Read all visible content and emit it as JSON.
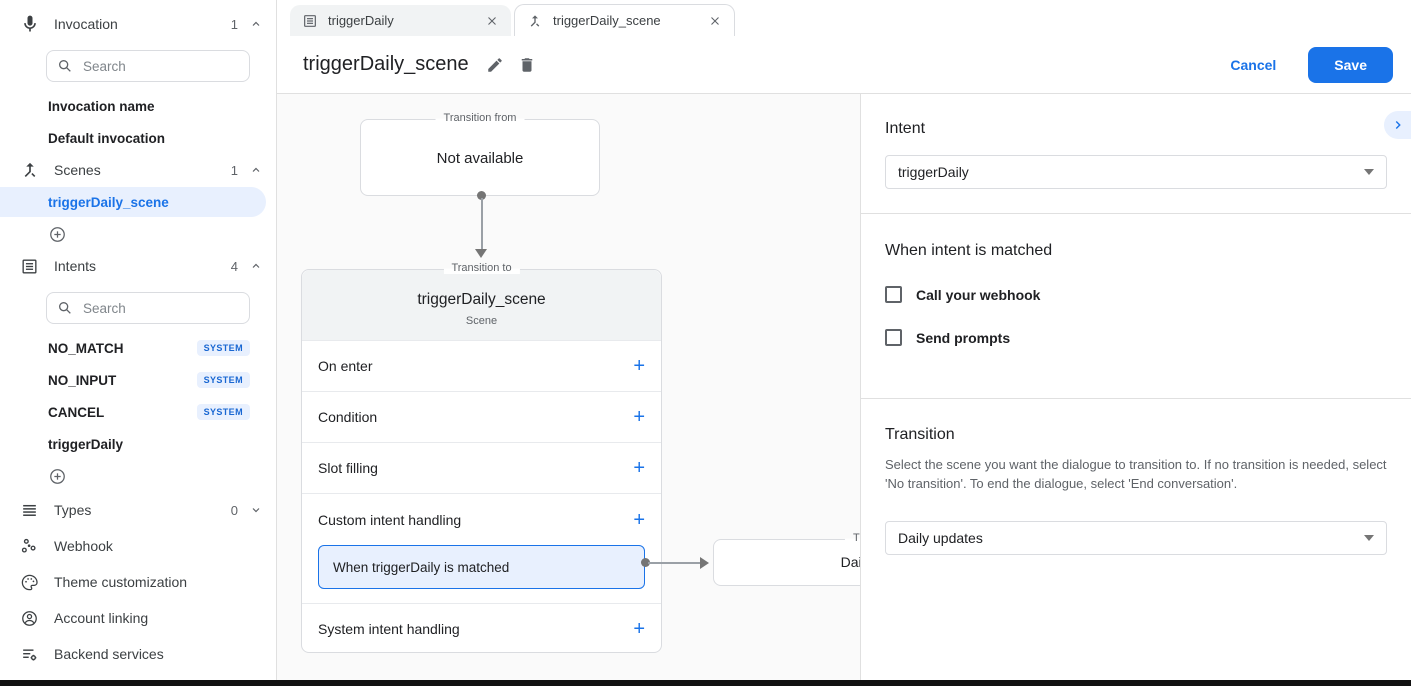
{
  "sidebar": {
    "search_placeholder": "Search",
    "sections": {
      "invocation": {
        "label": "Invocation",
        "count": "1"
      },
      "scenes": {
        "label": "Scenes",
        "count": "1"
      },
      "intents": {
        "label": "Intents",
        "count": "4"
      },
      "types": {
        "label": "Types",
        "count": "0"
      }
    },
    "invocation_items": [
      {
        "label": "Invocation name"
      },
      {
        "label": "Default invocation"
      }
    ],
    "scene_items": [
      {
        "label": "triggerDaily_scene",
        "selected": true
      }
    ],
    "intent_items": [
      {
        "label": "NO_MATCH",
        "badge": "SYSTEM"
      },
      {
        "label": "NO_INPUT",
        "badge": "SYSTEM"
      },
      {
        "label": "CANCEL",
        "badge": "SYSTEM"
      },
      {
        "label": "triggerDaily"
      }
    ],
    "nav_items": [
      {
        "label": "Webhook"
      },
      {
        "label": "Theme customization"
      },
      {
        "label": "Account linking"
      },
      {
        "label": "Backend services"
      }
    ]
  },
  "tabs": [
    {
      "label": "triggerDaily"
    },
    {
      "label": "triggerDaily_scene",
      "active": true
    }
  ],
  "header": {
    "title": "triggerDaily_scene",
    "cancel": "Cancel",
    "save": "Save"
  },
  "canvas": {
    "from_box": {
      "legend": "Transition from",
      "text": "Not available"
    },
    "scene_card": {
      "legend": "Transition to",
      "title": "triggerDaily_scene",
      "subtitle": "Scene",
      "add_icon": "+",
      "rows": [
        {
          "label": "On enter"
        },
        {
          "label": "Condition"
        },
        {
          "label": "Slot filling"
        },
        {
          "label": "Custom intent handling"
        },
        {
          "label": "System intent handling"
        }
      ],
      "handler": "When triggerDaily is matched"
    },
    "target_box": {
      "legend": "Transition to",
      "text": "Daily updates"
    }
  },
  "panel": {
    "intent_heading": "Intent",
    "intent_value": "triggerDaily",
    "matched_heading": "When intent is matched",
    "checkboxes": [
      {
        "label": "Call your webhook",
        "checked": false
      },
      {
        "label": "Send prompts",
        "checked": false
      }
    ],
    "transition_heading": "Transition",
    "transition_description": "Select the scene you want the dialogue to transition to. If no transition is needed, select 'No transition'. To end the dialogue, select 'End conversation'.",
    "transition_value": "Daily updates"
  },
  "colors": {
    "accent": "#1a73e8",
    "selected_bg": "#e8f0fe",
    "badge_text": "#1967d2",
    "canvas_bg": "#fafafa"
  }
}
